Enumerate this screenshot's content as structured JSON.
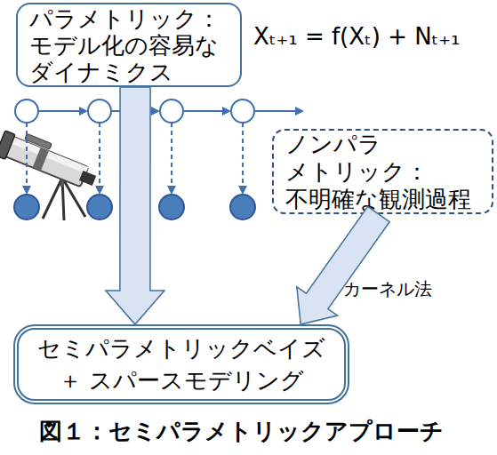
{
  "diagram": {
    "caption": "図１：セミパラメトリックアプローチ",
    "nodes": [
      {
        "text": [
          "パラメトリック： モデル化の容易な ダイナミクス"
        ]
      },
      {
        "text": [
          "ノンパラ メトリック： 不明確な観測過程"
        ]
      },
      {
        "text": [
          "セミパラメトリックベイズ ＋ スパースモデリング"
        ]
      }
    ],
    "edges": [
      {
        "from": 0,
        "to": 2,
        "arrow": "to"
      },
      {
        "from": 1,
        "to": 2,
        "label": "カーネル法",
        "arrow": "to"
      }
    ],
    "labels": [
      "Xₜ₊₁ = f(Xₜ) + Nₜ₊₁"
    ]
  }
}
